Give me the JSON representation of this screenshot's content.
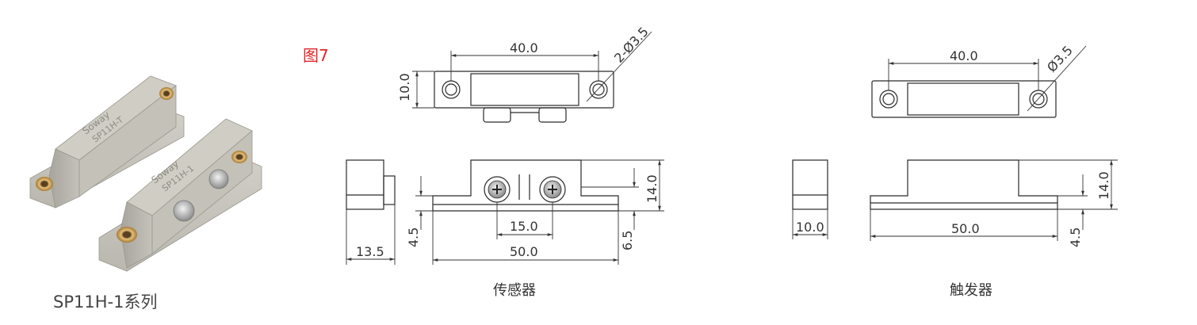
{
  "figure_label": "图7",
  "series_label": "SP11H-1系列",
  "product_text": {
    "brand": "Soway",
    "model": "SP11H-T",
    "model2": "SP11H-1"
  },
  "sensor": {
    "caption": "传感器",
    "dims": {
      "width_top": "40.0",
      "holes": "2-Ø3.5",
      "height_top": "10.0",
      "side_depth": "13.5",
      "base_h": "4.5",
      "pitch": "15.0",
      "length": "50.0",
      "offset": "6.5",
      "height": "14.0"
    }
  },
  "trigger": {
    "caption": "触发器",
    "dims": {
      "width_top": "40.0",
      "hole": "Ø3.5",
      "side_depth": "10.0",
      "length": "50.0",
      "height": "14.0",
      "base_h": "4.5"
    }
  },
  "colors": {
    "label_red": "#e0262a",
    "body_gray": "#b8b6ad",
    "eyelet": "#c8a060"
  }
}
